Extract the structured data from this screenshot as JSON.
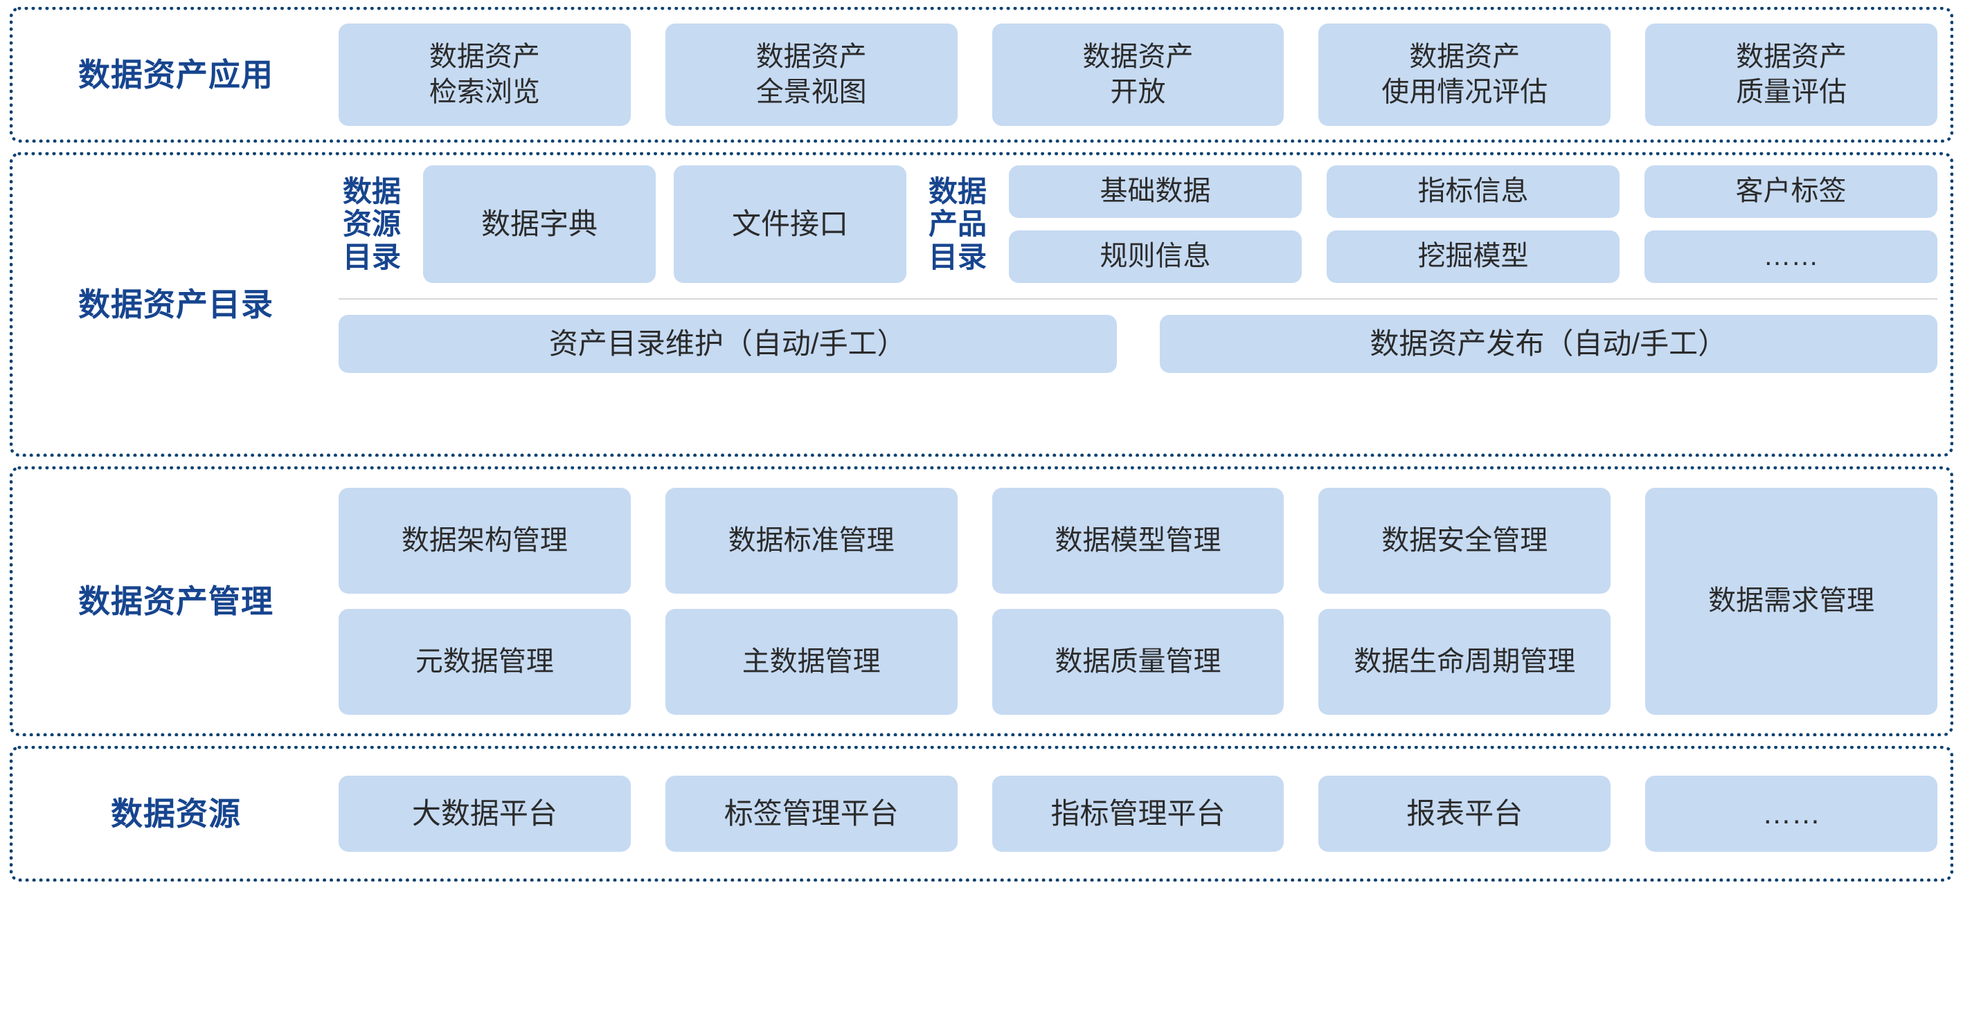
{
  "colors": {
    "band_border": "#0d4270",
    "card_fill": "#c6daf2",
    "title_text": "#17458f",
    "card_text": "#2b2b2b",
    "divider": "#d8d8d8"
  },
  "bands": {
    "application": {
      "title": "数据资产应用",
      "cards": [
        "数据资产\n检索浏览",
        "数据资产\n全景视图",
        "数据资产\n开放",
        "数据资产\n使用情况评估",
        "数据资产\n质量评估"
      ]
    },
    "catalog": {
      "title": "数据资产目录",
      "resource_catalog_label": "数据\n资源\n目录",
      "resource_cards": [
        "数据字典",
        "文件接口"
      ],
      "product_catalog_label": "数据\n产品\n目录",
      "product_cards": [
        "基础数据",
        "指标信息",
        "客户标签",
        "规则信息",
        "挖掘模型",
        "……"
      ],
      "bottom_cards": [
        "资产目录维护（自动/手工）",
        "数据资产发布（自动/手工）"
      ]
    },
    "management": {
      "title": "数据资产管理",
      "cards_row1": [
        "数据架构管理",
        "数据标准管理",
        "数据模型管理",
        "数据安全管理"
      ],
      "cards_row2": [
        "元数据管理",
        "主数据管理",
        "数据质量管理",
        "数据生命周期管理"
      ],
      "card_tall": "数据需求管理"
    },
    "resource": {
      "title": "数据资源",
      "cards": [
        "大数据平台",
        "标签管理平台",
        "指标管理平台",
        "报表平台",
        "……"
      ]
    }
  }
}
